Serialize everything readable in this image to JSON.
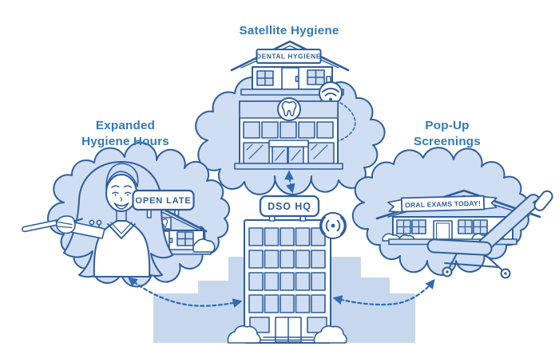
{
  "colors": {
    "outline": "#2e5e9c",
    "fill": "#cfdef3",
    "fill_soft": "#c7d8ee",
    "text": "#3279b7",
    "arrow": "#2e6cb3",
    "white": "#ffffff"
  },
  "nodes": {
    "satellite": {
      "title": "Satellite Hygiene",
      "sign": "DENTAL HYGIENE"
    },
    "expanded": {
      "title_line1": "Expanded",
      "title_line2": "Hygiene Hours",
      "sign": "OPEN LATE"
    },
    "popup": {
      "title_line1": "Pop-Up",
      "title_line2": "Screenings",
      "banner": "ORAL EXAMS TODAY!"
    },
    "hq": {
      "sign": "DSO HQ"
    }
  },
  "icons": [
    "tooth-icon",
    "wifi-icon",
    "broadcast-icon",
    "toothbrush-icon",
    "dental-chair",
    "hygienist-figure"
  ]
}
